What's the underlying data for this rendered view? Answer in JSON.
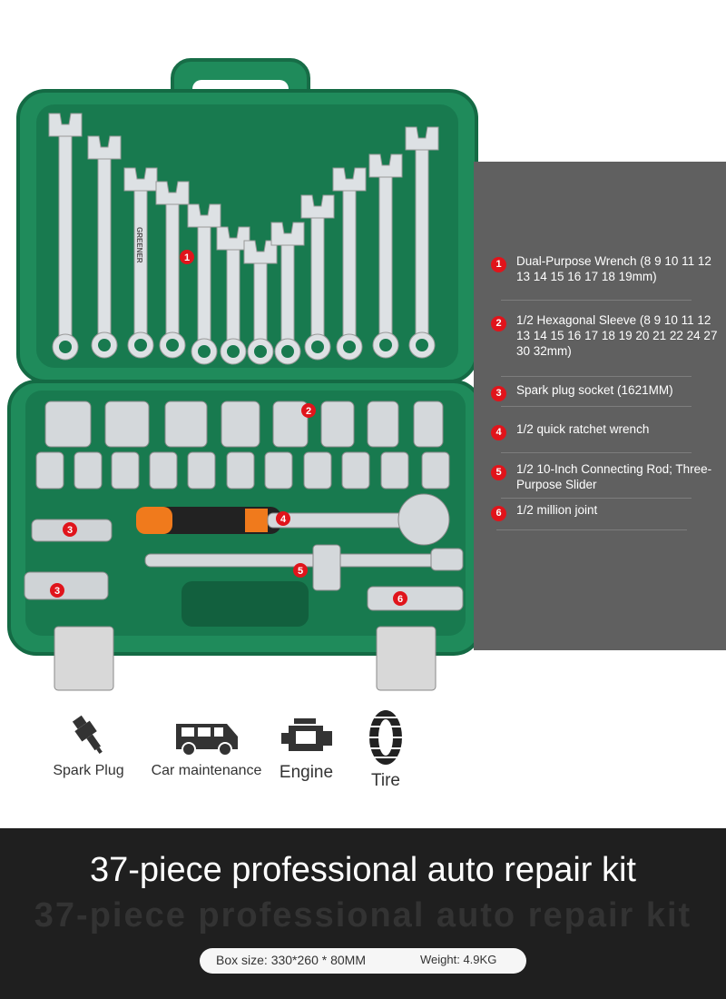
{
  "colors": {
    "case_green": "#1f8b5b",
    "panel": "#606060",
    "marker": "#e0141b",
    "band": "#1f1f1f"
  },
  "markers": [
    "1",
    "2",
    "3",
    "4",
    "5",
    "3",
    "6"
  ],
  "brand_mark": "GREENER",
  "legend": [
    {
      "num": "1",
      "text": "Dual-Purpose Wrench (8 9 10 11 12 13 14 15 16 17 18 19mm)"
    },
    {
      "num": "2",
      "text": "1/2 Hexagonal Sleeve (8 9 10 11 12 13 14 15 16 17 18 19 20 21 22 24 27 30 32mm)"
    },
    {
      "num": "3",
      "text": "Spark plug socket (1621MM)"
    },
    {
      "num": "4",
      "text": "1/2 quick ratchet wrench"
    },
    {
      "num": "5",
      "text": "1/2 10-Inch Connecting Rod; Three-Purpose Slider"
    },
    {
      "num": "6",
      "text": "1/2 million joint"
    }
  ],
  "uses": [
    {
      "label": "Spark Plug",
      "icon": "spark-plug-icon"
    },
    {
      "label": "Car maintenance",
      "icon": "van-icon"
    },
    {
      "label": "Engine",
      "icon": "engine-icon"
    },
    {
      "label": "Tire",
      "icon": "tire-icon"
    }
  ],
  "title": "37-piece professional auto repair kit",
  "specs": {
    "box_size": "Box size: 330*260 * 80MM",
    "weight": "Weight: 4.9KG"
  }
}
